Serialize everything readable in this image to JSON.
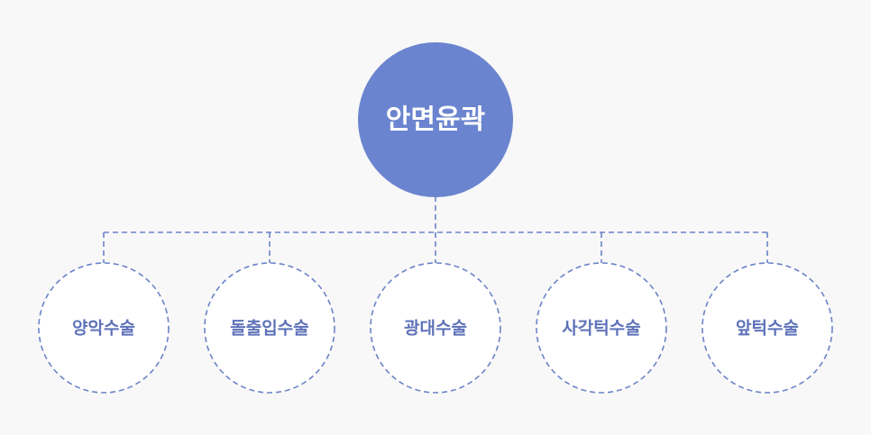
{
  "root": {
    "label": "안면윤곽",
    "color": "#6b84cf"
  },
  "children": [
    {
      "label": "양악수술"
    },
    {
      "label": "돌출입수술"
    },
    {
      "label": "광대수술"
    },
    {
      "label": "사각턱수술"
    },
    {
      "label": "앞턱수술"
    }
  ],
  "colors": {
    "background": "#f8f8f8",
    "line": "#6b84c8",
    "child_text": "#5e72b8",
    "root_text": "#ffffff"
  }
}
